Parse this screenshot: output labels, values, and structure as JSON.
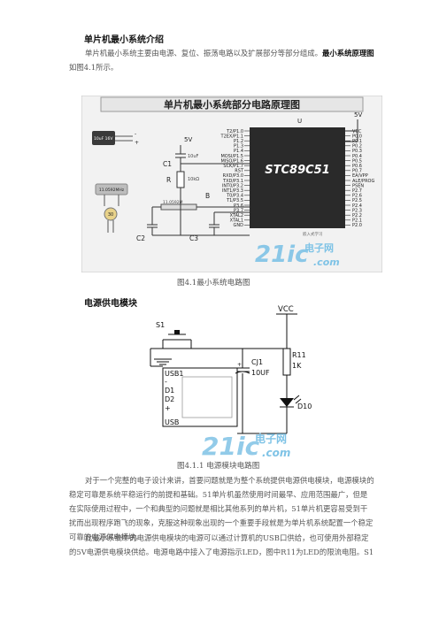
{
  "section1": {
    "title": "单片机最小系统介绍",
    "para_a": "单片机最小系统主要由电源、复位、振荡电路以及扩展部分等部分组成。",
    "para_bold": "最小系统原理图",
    "para_b": "如图4.1所示。"
  },
  "figure1": {
    "banner": "单片机最小系统部分电路原理图",
    "chip_name": "STC89C51",
    "chip_label": "U",
    "left_pins": [
      "T2/P1.0",
      "T2EX/P1.1",
      "P1.2",
      "P1.3",
      "P1.4",
      "MOSI/P1.5",
      "MISO/P1.6",
      "SCK/P1.7",
      "RST",
      "RXD/P3.0",
      "TXD/P3.1",
      "INT0/P3.2",
      "INT1/P3.3",
      "T0/P3.4",
      "T1/P3.5",
      "P3.6",
      "P3.7",
      "XTAL2",
      "XTAL1",
      "GND"
    ],
    "right_pins": [
      "VCC",
      "P0.0",
      "P0.1",
      "P0.2",
      "P0.3",
      "P0.4",
      "P0.5",
      "P0.6",
      "P0.7",
      "EA/VPP",
      "ALE/PROG",
      "PSEN",
      "P2.7",
      "P2.6",
      "P2.5",
      "P2.4",
      "P2.3",
      "P2.2",
      "P2.1",
      "P2.0"
    ],
    "vcc": "5V",
    "vcc2": "5V",
    "c1": "C1",
    "c1_val": "10uF",
    "r": "R",
    "r_val": "10kΩ",
    "b": "B",
    "c2": "C2",
    "c3": "C3",
    "xtal_val": "11.0592M",
    "cap_body": "10uF\n16V",
    "cap_label": "10uF 16V",
    "xtal_name": "11.0592MHz",
    "ceramic": "30",
    "watermark_main": "21ic",
    "watermark_cn": "电子网",
    "watermark_url": ".com",
    "small_text": "嵌入式学习"
  },
  "caption1": "图4.1最小系统电路图",
  "section2": {
    "title": "电源供电模块"
  },
  "figure2": {
    "vcc": "VCC",
    "s1": "S1",
    "usb1": "USB1",
    "usb": "USB",
    "d1": "D1",
    "d2": "D2",
    "minus": "-",
    "plus": "+",
    "cj1": "CJ1",
    "cj1_val": "10UF",
    "r11": "R11",
    "r11_val": "1K",
    "d10": "D10",
    "watermark_main": "21ic",
    "watermark_cn": "电子网",
    "watermark_url": ".com"
  },
  "caption2": "图4.1.1 电源模块电路图",
  "paragraph3": "对于一个完整的电子设计来讲，首要问题就是为整个系统提供电源供电模块，电源模块的稳定可靠是系统平稳运行的前提和基础。51单片机虽然使用时间最早、应用范围最广，但是在实际使用过程中，一个和典型的问题就是相比其他系列的单片机，51单片机更容易受到干扰而出现程序跑飞的现象，克服这种现象出现的一个重要手段就是为单片机系统配置一个稳定可靠的电源供电模块。",
  "paragraph4": "此最小系统中的电源供电模块的电源可以通过计算机的USB口供给，也可使用外部稳定的5V电源供电模块供给。电源电路中接入了电源指示LED，图中R11为LED的限流电阻。S1"
}
